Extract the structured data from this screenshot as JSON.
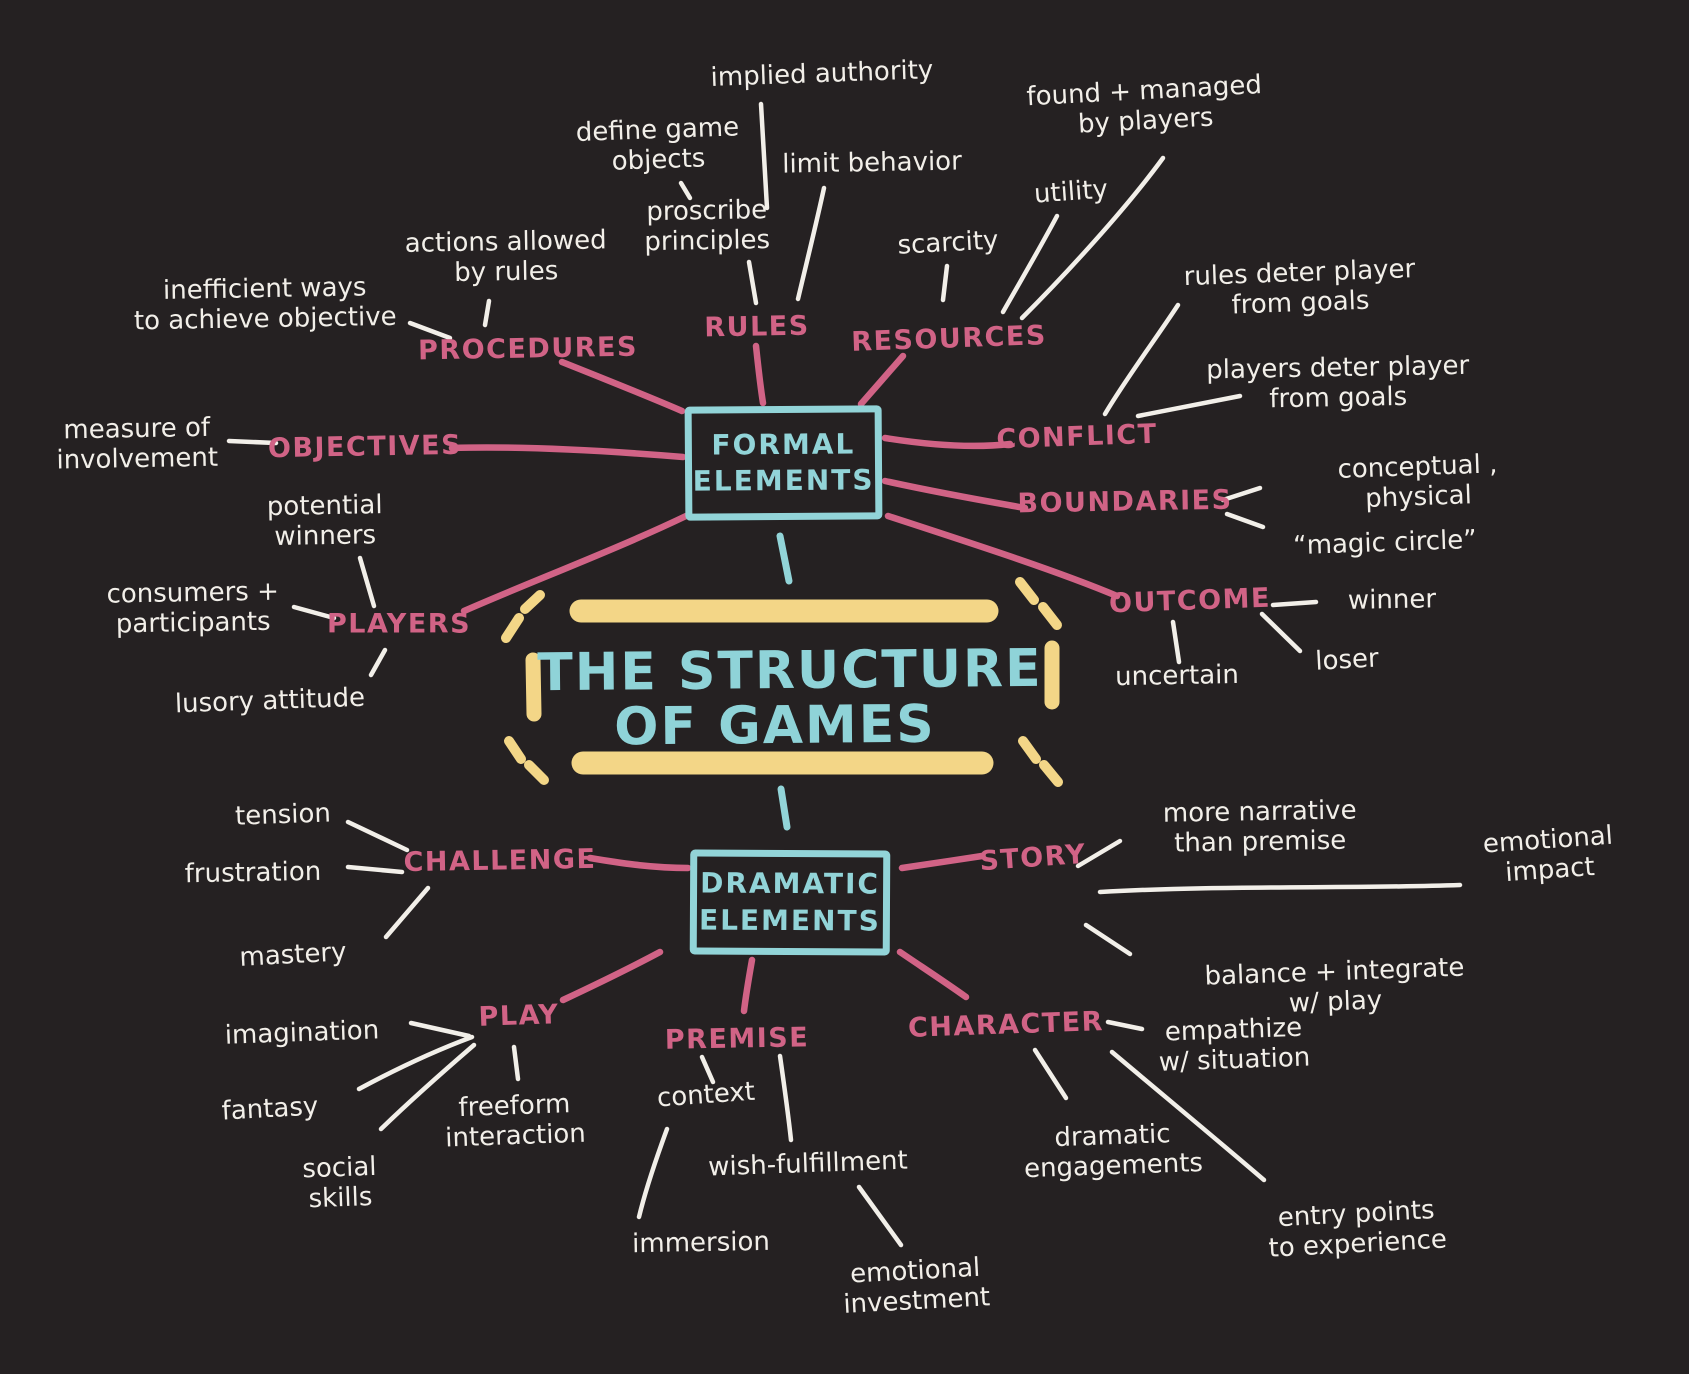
{
  "colors": {
    "background": "#252122",
    "category_pink": "#d16386",
    "node_white": "#f2efe9",
    "teal": "#92d4d8",
    "accent_yellow": "#f3d687"
  },
  "title": "THE STRUCTURE\nOF GAMES",
  "title_line1": "THE STRUCTURE",
  "title_line2": "OF GAMES",
  "formal": {
    "box_label": "FORMAL\nELEMENTS",
    "rules": {
      "label": "RULES",
      "implied_authority": "implied authority",
      "define_game_objects": "define game\nobjects",
      "proscribe_principles": "proscribe\nprinciples",
      "limit_behavior": "limit behavior"
    },
    "resources": {
      "label": "RESOURCES",
      "scarcity": "scarcity",
      "utility": "utility",
      "found_managed": "found + managed\nby players"
    },
    "conflict": {
      "label": "CONFLICT",
      "rules_deter": "rules deter player\nfrom goals",
      "players_deter": "players deter player\nfrom goals"
    },
    "procedures": {
      "label": "PROCEDURES",
      "actions_allowed": "actions allowed\nby rules",
      "inefficient_ways": "inefficient ways\nto achieve objective"
    },
    "objectives": {
      "label": "OBJECTIVES",
      "measure_involvement": "measure of\ninvolvement"
    },
    "players": {
      "label": "PLAYERS",
      "potential_winners": "potential\nwinners",
      "consumers_participants": "consumers +\nparticipants",
      "lusory_attitude": "lusory attitude"
    },
    "boundaries": {
      "label": "BOUNDARIES",
      "conceptual_physical": "conceptual , physical",
      "magic_circle": "“magic circle”"
    },
    "outcome": {
      "label": "OUTCOME",
      "winner": "winner",
      "loser": "loser",
      "uncertain": "uncertain"
    }
  },
  "dramatic": {
    "box_label": "DRAMATIC\nELEMENTS",
    "challenge": {
      "label": "CHALLENGE",
      "tension": "tension",
      "frustration": "frustration",
      "mastery": "mastery"
    },
    "story": {
      "label": "STORY",
      "more_narrative": "more narrative\nthan premise",
      "emotional_impact": "emotional\nimpact",
      "balance_integrate": "balance + integrate\nw/ play"
    },
    "play": {
      "label": "PLAY",
      "imagination": "imagination",
      "fantasy": "fantasy",
      "freeform_interaction": "freeform\ninteraction",
      "social_skills": "social\nskills"
    },
    "premise": {
      "label": "PREMISE",
      "context": "context",
      "wish_fulfillment": "wish-fulfillment",
      "immersion": "immersion",
      "emotional_investment": "emotional\ninvestment"
    },
    "character": {
      "label": "CHARACTER",
      "empathize": "empathize\nw/ situation",
      "dramatic_engagements": "dramatic\nengagements",
      "entry_points": "entry points\nto experience"
    }
  }
}
